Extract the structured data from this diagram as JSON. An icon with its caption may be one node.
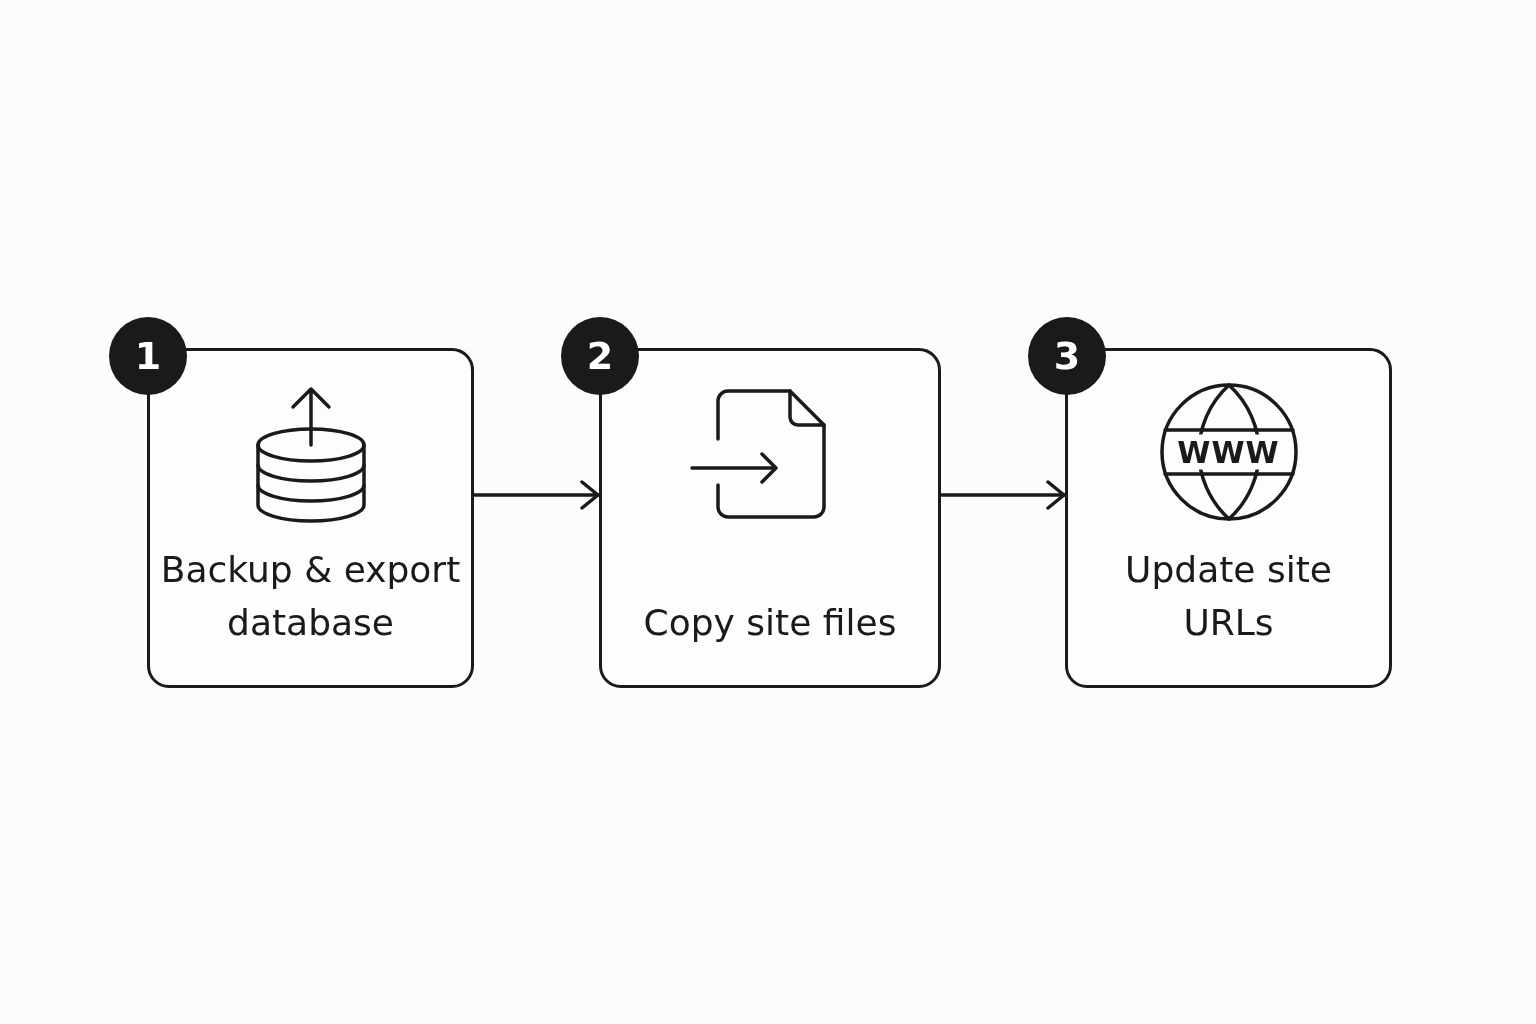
{
  "diagram": {
    "nodes": [
      {
        "text": [
          "1"
        ]
      },
      {
        "text": [
          "Backup & export database"
        ]
      },
      {
        "text": [
          "2"
        ]
      },
      {
        "text": [
          "Copy site files"
        ]
      },
      {
        "text": [
          "3"
        ]
      },
      {
        "text": [
          "Update site URLs"
        ]
      }
    ],
    "edges": [
      {
        "from": 1,
        "to": 3,
        "arrow": "to"
      },
      {
        "from": 3,
        "to": 5,
        "arrow": "to"
      }
    ],
    "labels": [
      "WWW"
    ]
  }
}
